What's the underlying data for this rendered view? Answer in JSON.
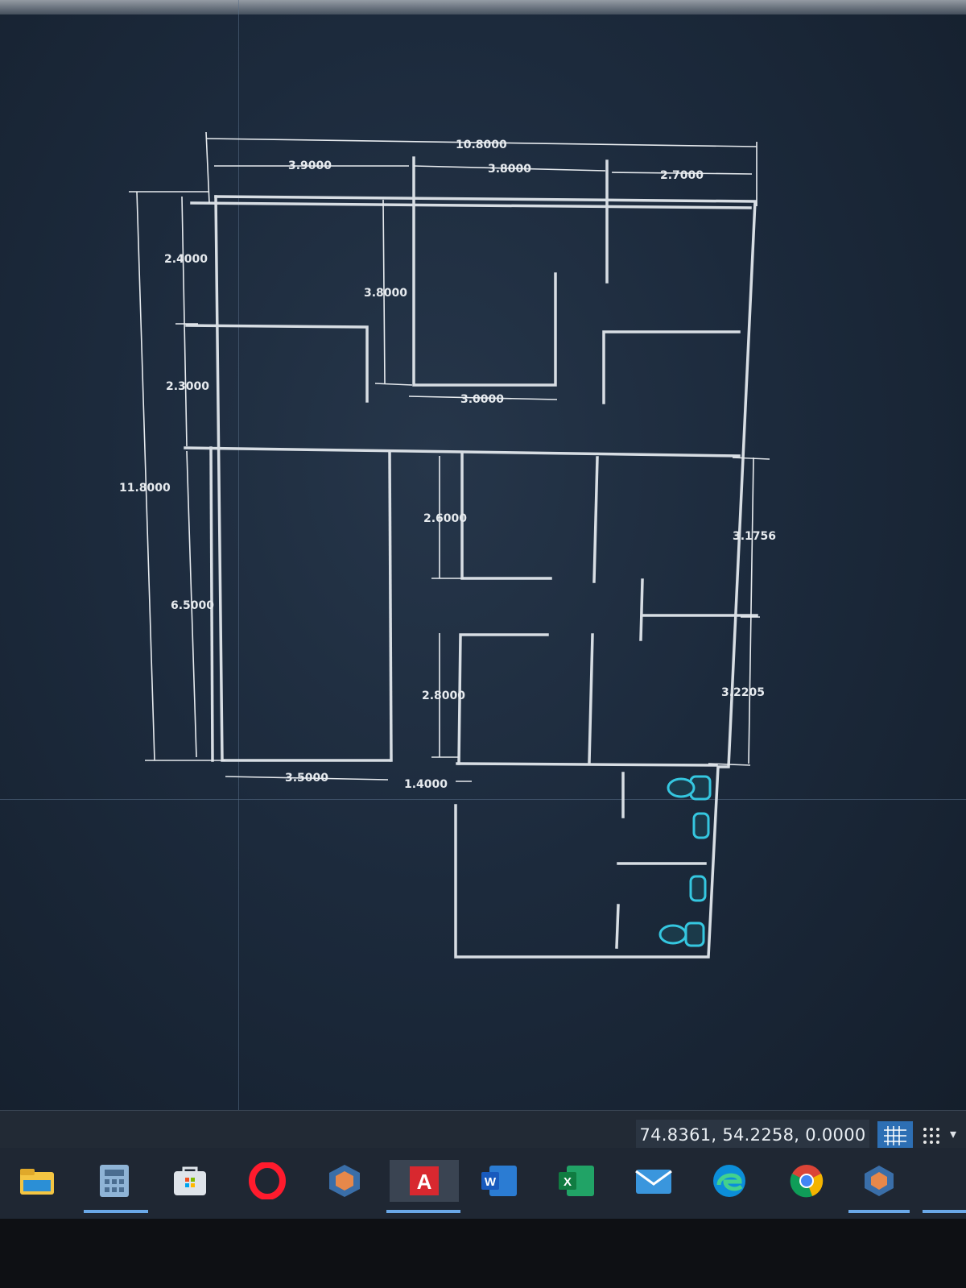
{
  "drawing": {
    "dimensions": {
      "overall_width": "10.8000",
      "top_left_width": "3.9000",
      "top_mid_width": "3.8000",
      "top_right_width": "2.7000",
      "overall_height": "11.8000",
      "left_upper_height": "2.4000",
      "left_mid_height": "2.3000",
      "left_lower_height": "6.5000",
      "center_vertical": "3.8000",
      "center_horizontal": "3.0000",
      "inner_upper_height": "2.6000",
      "inner_lower_height": "2.8000",
      "right_upper_height": "3.1756",
      "right_lower_height": "3.2205",
      "bottom_left_width": "3.5000",
      "corridor_width": "1.4000"
    }
  },
  "status_bar": {
    "coordinates": "74.8361, 54.2258, 0.0000",
    "grid_icon": "grid-icon",
    "snap_icon": "snap-icon",
    "menu_icon": "chevron-down-icon"
  },
  "taskbar": {
    "apps": [
      {
        "name": "file-explorer-icon"
      },
      {
        "name": "calculator-app-icon"
      },
      {
        "name": "store-icon"
      },
      {
        "name": "opera-icon"
      },
      {
        "name": "software-package-icon"
      },
      {
        "name": "autocad-icon",
        "label": "A"
      },
      {
        "name": "word-icon",
        "label": "W"
      },
      {
        "name": "excel-icon",
        "label": "X"
      },
      {
        "name": "mail-icon"
      },
      {
        "name": "edge-icon"
      },
      {
        "name": "chrome-icon"
      },
      {
        "name": "software-package-icon-2"
      }
    ]
  },
  "colors": {
    "accent": "#2d6fb4",
    "wall": "#d7dde3",
    "fixture": "#35c7e0"
  }
}
